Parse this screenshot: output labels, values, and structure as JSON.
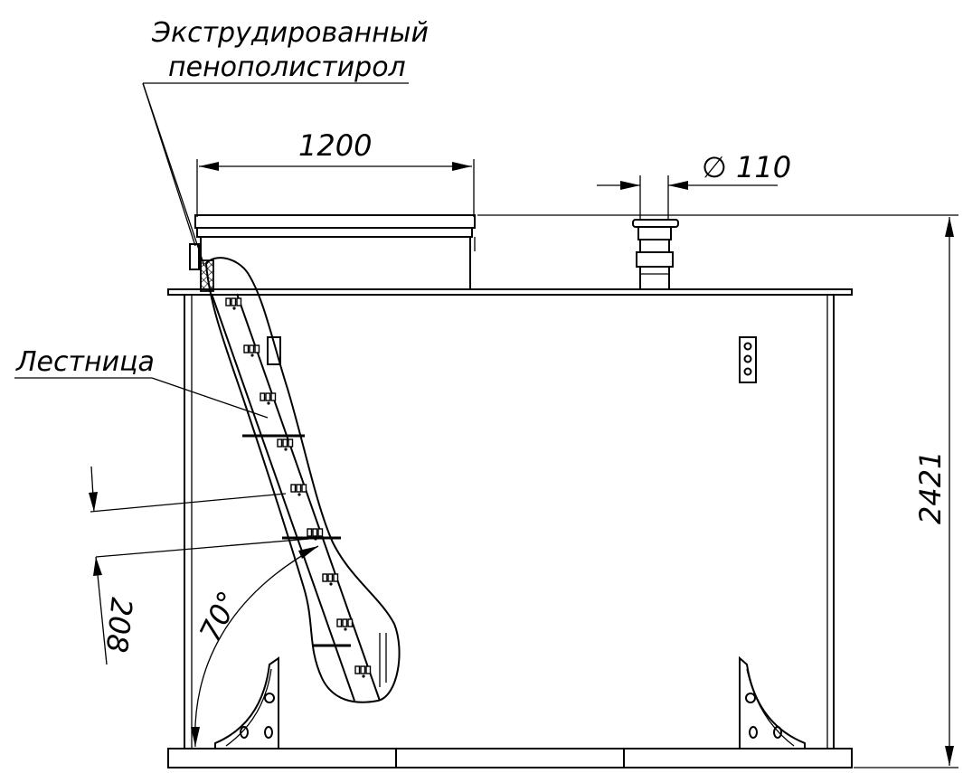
{
  "labels": {
    "insulation_line1": "Экструдированный",
    "insulation_line2": "пенополистирол",
    "ladder": "Лестница",
    "hatch_width": "1200",
    "pipe_diameter": "∅ 110",
    "height": "2421",
    "step": "208",
    "angle": "70°"
  }
}
